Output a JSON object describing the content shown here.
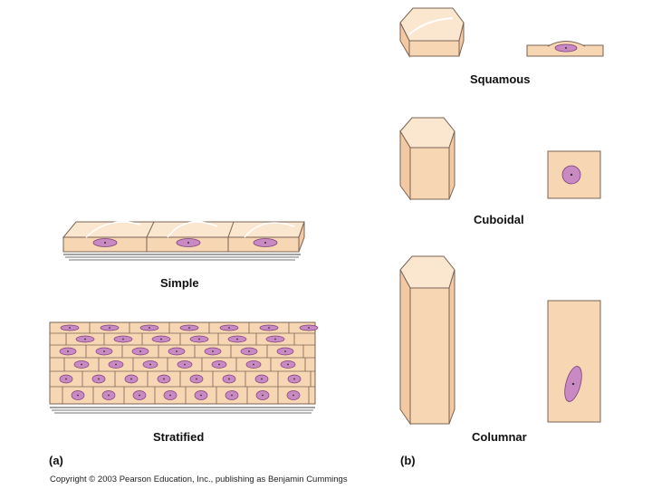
{
  "labels": {
    "squamous": "Squamous",
    "cuboidal": "Cuboidal",
    "columnar": "Columnar",
    "simple": "Simple",
    "stratified": "Stratified",
    "panel_a": "(a)",
    "panel_b": "(b)"
  },
  "copyright": "Copyright © 2003 Pearson Education, Inc., publishing as Benjamin Cummings",
  "colors": {
    "cell_fill": "#f7d6b4",
    "cell_light": "#fbe6d0",
    "cell_stroke": "#7a6454",
    "nucleus_fill": "#c98ac4",
    "nucleus_stroke": "#7b3f7a",
    "basement": "#444444"
  }
}
